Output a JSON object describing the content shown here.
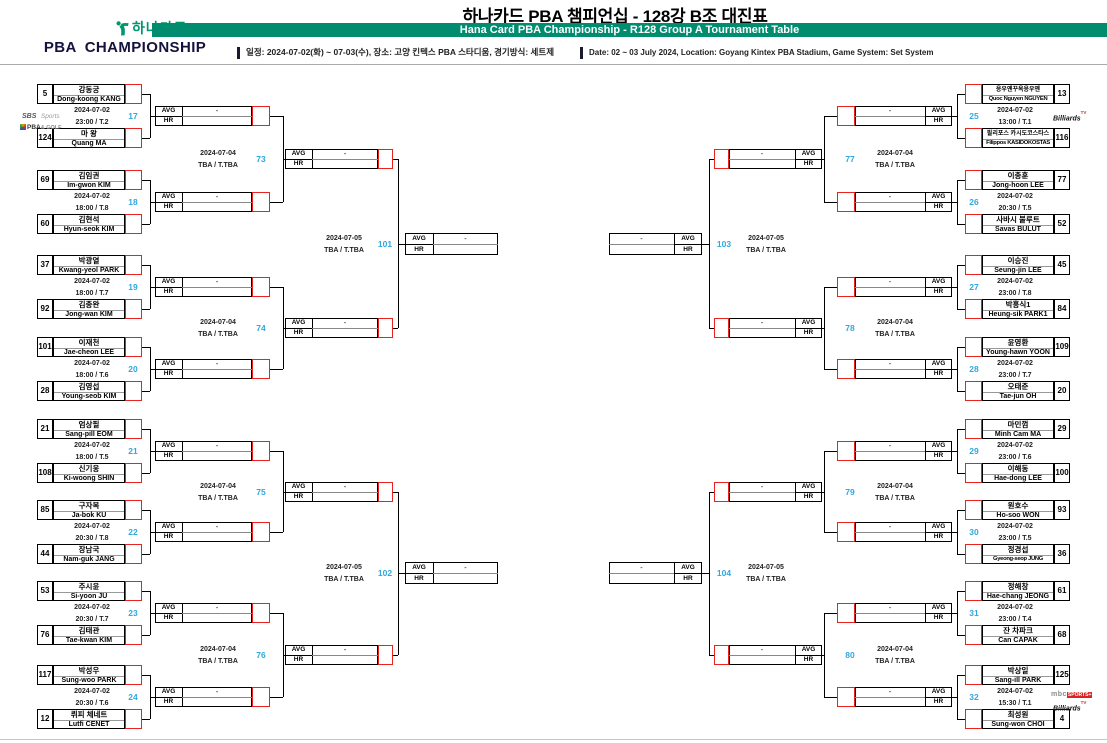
{
  "header": {
    "title_ko": "하나카드 PBA 챔피언십 - 128강 B조 대진표",
    "banner_en": "Hana Card PBA Championship - R128 Group A Tournament Table",
    "info_ko": "일정: 2024-07-02(화) ~ 07-03(수), 장소: 고양 킨텍스 PBA 스타디움, 경기방식: 세트제",
    "info_en": "Date: 02 ~ 03 July 2024, Location: Goyang Kintex PBA Stadium, Game System: Set System",
    "logo": {
      "hana": "하나카드",
      "pba": "PBA",
      "championship": "CHAMPIONSHIP"
    }
  },
  "labels": {
    "avg": "AVG",
    "hr": "HR",
    "dash": "-"
  },
  "colors": {
    "accent_green": "#008C6E",
    "logo_green": "#00966E",
    "match_number_blue": "#2FA8DF",
    "slot_red": "#E8231F"
  },
  "broadcasters": {
    "sbs": {
      "l1a": "SBS",
      "l1b": "Sports",
      "l2a": "PBA",
      "l2b": "& GOLF"
    },
    "billiards": {
      "name": "Billiards",
      "sup": "TV"
    },
    "mbc": {
      "name": "mbc",
      "accent": "SPORTS+"
    }
  },
  "rounds": {
    "r1": [
      {
        "no": "17",
        "side": "L",
        "date": "2024-07-02",
        "time": "23:00 / T.2",
        "p1": {
          "seed": "5",
          "ko": "강동궁",
          "en": "Dong-koong KANG"
        },
        "p2": {
          "seed": "124",
          "ko": "마 왕",
          "en": "Quang MA"
        },
        "broadcasters": [
          "sbs"
        ]
      },
      {
        "no": "18",
        "side": "L",
        "date": "2024-07-02",
        "time": "18:00 / T.8",
        "p1": {
          "seed": "69",
          "ko": "김임권",
          "en": "Im-gwon KIM"
        },
        "p2": {
          "seed": "60",
          "ko": "김현석",
          "en": "Hyun-seok KIM"
        }
      },
      {
        "no": "19",
        "side": "L",
        "date": "2024-07-02",
        "time": "18:00 / T.7",
        "p1": {
          "seed": "37",
          "ko": "박광열",
          "en": "Kwang-yeol PARK"
        },
        "p2": {
          "seed": "92",
          "ko": "김종완",
          "en": "Jong-wan KIM"
        }
      },
      {
        "no": "20",
        "side": "L",
        "date": "2024-07-02",
        "time": "18:00 / T.6",
        "p1": {
          "seed": "101",
          "ko": "이재천",
          "en": "Jae-cheon LEE"
        },
        "p2": {
          "seed": "28",
          "ko": "김영섭",
          "en": "Young-seob KIM"
        }
      },
      {
        "no": "21",
        "side": "L",
        "date": "2024-07-02",
        "time": "18:00 / T.5",
        "p1": {
          "seed": "21",
          "ko": "엄상필",
          "en": "Sang-pill EOM"
        },
        "p2": {
          "seed": "108",
          "ko": "신기웅",
          "en": "Ki-woong SHIN"
        }
      },
      {
        "no": "22",
        "side": "L",
        "date": "2024-07-02",
        "time": "20:30 / T.8",
        "p1": {
          "seed": "85",
          "ko": "구자복",
          "en": "Ja-bok KU"
        },
        "p2": {
          "seed": "44",
          "ko": "장남국",
          "en": "Nam-guk JANG"
        }
      },
      {
        "no": "23",
        "side": "L",
        "date": "2024-07-02",
        "time": "20:30 / T.7",
        "p1": {
          "seed": "53",
          "ko": "주시윤",
          "en": "Si-yoon JU"
        },
        "p2": {
          "seed": "76",
          "ko": "김태관",
          "en": "Tae-kwan KIM"
        }
      },
      {
        "no": "24",
        "side": "L",
        "date": "2024-07-02",
        "time": "20:30 / T.6",
        "p1": {
          "seed": "117",
          "ko": "박성우",
          "en": "Sung-woo PARK"
        },
        "p2": {
          "seed": "12",
          "ko": "뤼피 체네트",
          "en": "Lutfi CENET"
        }
      },
      {
        "no": "25",
        "side": "R",
        "date": "2024-07-02",
        "time": "13:00 / T.1",
        "p1": {
          "seed": "13",
          "ko": "응우옌꾸옥응우옌",
          "en": "Quoc Nguyen NGUYEN"
        },
        "p2": {
          "seed": "116",
          "ko": "필리포스 카시도코스타스",
          "en": "Filippos KASIDOKOSTAS"
        },
        "broadcasters": [
          "billiards"
        ]
      },
      {
        "no": "26",
        "side": "R",
        "date": "2024-07-02",
        "time": "20:30 / T.5",
        "p1": {
          "seed": "77",
          "ko": "이종훈",
          "en": "Jong-hoon LEE"
        },
        "p2": {
          "seed": "52",
          "ko": "사바시 불루트",
          "en": "Savas BULUT"
        }
      },
      {
        "no": "27",
        "side": "R",
        "date": "2024-07-02",
        "time": "23:00 / T.8",
        "p1": {
          "seed": "45",
          "ko": "이승진",
          "en": "Seung-jin LEE"
        },
        "p2": {
          "seed": "84",
          "ko": "박흥식1",
          "en": "Heung-sik PARK1"
        }
      },
      {
        "no": "28",
        "side": "R",
        "date": "2024-07-02",
        "time": "23:00 / T.7",
        "p1": {
          "seed": "109",
          "ko": "윤영환",
          "en": "Young-hawn YOON"
        },
        "p2": {
          "seed": "20",
          "ko": "오태준",
          "en": "Tae-jun OH"
        }
      },
      {
        "no": "29",
        "side": "R",
        "date": "2024-07-02",
        "time": "23:00 / T.6",
        "p1": {
          "seed": "29",
          "ko": "마민껌",
          "en": "Minh Cam MA"
        },
        "p2": {
          "seed": "100",
          "ko": "이해동",
          "en": "Hae-dong LEE"
        }
      },
      {
        "no": "30",
        "side": "R",
        "date": "2024-07-02",
        "time": "23:00 / T.5",
        "p1": {
          "seed": "93",
          "ko": "원호수",
          "en": "Ho-soo WON"
        },
        "p2": {
          "seed": "36",
          "ko": "정경섭",
          "en": "Gyeong-seop JUNG"
        }
      },
      {
        "no": "31",
        "side": "R",
        "date": "2024-07-02",
        "time": "23:00 / T.4",
        "p1": {
          "seed": "61",
          "ko": "정해창",
          "en": "Hae-chang JEONG"
        },
        "p2": {
          "seed": "68",
          "ko": "잔 차파크",
          "en": "Can CAPAK"
        }
      },
      {
        "no": "32",
        "side": "R",
        "date": "2024-07-02",
        "time": "15:30 / T.1",
        "p1": {
          "seed": "125",
          "ko": "박상일",
          "en": "Sang-ill PARK"
        },
        "p2": {
          "seed": "4",
          "ko": "최성원",
          "en": "Sung-won CHOI"
        },
        "broadcasters": [
          "mbc",
          "billiards"
        ]
      }
    ],
    "r2": [
      {
        "no": "73",
        "side": "L",
        "date": "2024-07-04",
        "sub": "TBA / T.TBA"
      },
      {
        "no": "74",
        "side": "L",
        "date": "2024-07-04",
        "sub": "TBA / T.TBA"
      },
      {
        "no": "75",
        "side": "L",
        "date": "2024-07-04",
        "sub": "TBA / T.TBA"
      },
      {
        "no": "76",
        "side": "L",
        "date": "2024-07-04",
        "sub": "TBA / T.TBA"
      },
      {
        "no": "77",
        "side": "R",
        "date": "2024-07-04",
        "sub": "TBA / T.TBA"
      },
      {
        "no": "78",
        "side": "R",
        "date": "2024-07-04",
        "sub": "TBA / T.TBA"
      },
      {
        "no": "79",
        "side": "R",
        "date": "2024-07-04",
        "sub": "TBA / T.TBA"
      },
      {
        "no": "80",
        "side": "R",
        "date": "2024-07-04",
        "sub": "TBA / T.TBA"
      }
    ],
    "r3": [
      {
        "no": "101",
        "side": "L",
        "date": "2024-07-05",
        "sub": "TBA / T.TBA"
      },
      {
        "no": "102",
        "side": "L",
        "date": "2024-07-05",
        "sub": "TBA / T.TBA"
      },
      {
        "no": "103",
        "side": "R",
        "date": "2024-07-05",
        "sub": "TBA / T.TBA"
      },
      {
        "no": "104",
        "side": "R",
        "date": "2024-07-05",
        "sub": "TBA / T.TBA"
      }
    ]
  }
}
